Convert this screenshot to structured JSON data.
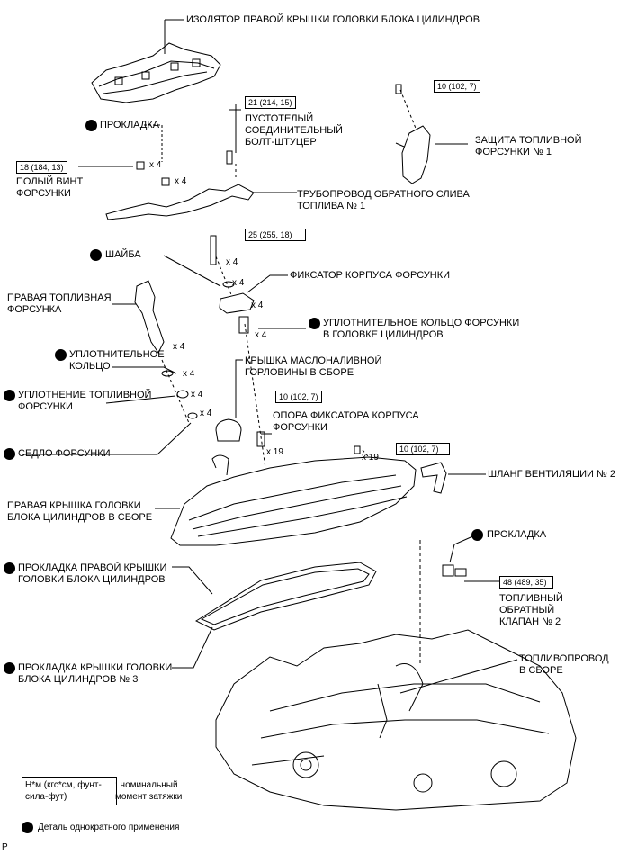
{
  "labels": {
    "insulator": "ИЗОЛЯТОР ПРАВОЙ КРЫШКИ ГОЛОВКИ БЛОКА ЦИЛИНДРОВ",
    "gasket_top": "ПРОКЛАДКА",
    "union_bolt": "ПУСТОТЕЛЫЙ\nСОЕДИНИТЕЛЬНЫЙ\nБОЛТ-ШТУЦЕР",
    "hollow_screw": "ПОЛЫЙ ВИНТ\nФОРСУНКИ",
    "protector": "ЗАЩИТА ТОПЛИВНОЙ\nФОРСУНКИ № 1",
    "return_pipe": "ТРУБОПРОВОД ОБРАТНОГО СЛИВА\nТОПЛИВА № 1",
    "washer": "ШАЙБА",
    "clamp": "ФИКСАТОР КОРПУСА ФОРСУНКИ",
    "injector": "ПРАВАЯ ТОПЛИВНАЯ\nФОРСУНКА",
    "o_ring_head": "УПЛОТНИТЕЛЬНОЕ КОЛЬЦО ФОРСУНКИ\nВ ГОЛОВКЕ ЦИЛИНДРОВ",
    "o_ring": "УПЛОТНИТЕЛЬНОЕ\nКОЛЬЦО",
    "oil_cap": "КРЫШКА МАСЛОНАЛИВНОЙ\nГОРЛОВИНЫ В СБОРЕ",
    "seal": "УПЛОТНЕНИЕ ТОПЛИВНОЙ\nФОРСУНКИ",
    "clamp_support": "ОПОРА ФИКСАТОРА КОРПУСА\nФОРСУНКИ",
    "seat": "СЕДЛО ФОРСУНКИ",
    "vent_hose": "ШЛАНГ ВЕНТИЛЯЦИИ № 2",
    "head_cover": "ПРАВАЯ КРЫШКА ГОЛОВКИ\nБЛОКА ЦИЛИНДРОВ В СБОРЕ",
    "gasket_right": "ПРОКЛАДКА",
    "cover_gasket": "ПРОКЛАДКА ПРАВОЙ КРЫШКИ\nГОЛОВКИ БЛОКА ЦИЛИНДРОВ",
    "check_valve": "ТОПЛИВНЫЙ\nОБРАТНЫЙ\nКЛАПАН № 2",
    "gasket_no3": "ПРОКЛАДКА КРЫШКИ ГОЛОВКИ\nБЛОКА ЦИЛИНДРОВ № 3",
    "fuel_pipe": "ТОПЛИВОПРОВОД\nВ СБОРЕ"
  },
  "torques": {
    "t1": "10 (102, 7)",
    "t2": "21 (214, 15)",
    "t3": "18 (184, 13)",
    "t4": "25 (255, 18)",
    "t5": "10 (102, 7)",
    "t6": "10 (102, 7)",
    "t7": "48 (489, 35)"
  },
  "counts": {
    "c1": "x 4",
    "c2": "x 4",
    "c3": "x 4",
    "c4": "x 4",
    "c5": "x 4",
    "c6": "x 4",
    "c7": "x 4",
    "c8": "x 4",
    "c9": "x 4",
    "c10": "x 4",
    "c11": "x 19"
  },
  "legend": {
    "unit_box": "Н*м (кгс*см, фунт-\nсила-фут)",
    "unit_text": ": номинальный\nмомент затяжки",
    "single_use": "Деталь однократного применения"
  },
  "footer": {
    "code": "P"
  }
}
